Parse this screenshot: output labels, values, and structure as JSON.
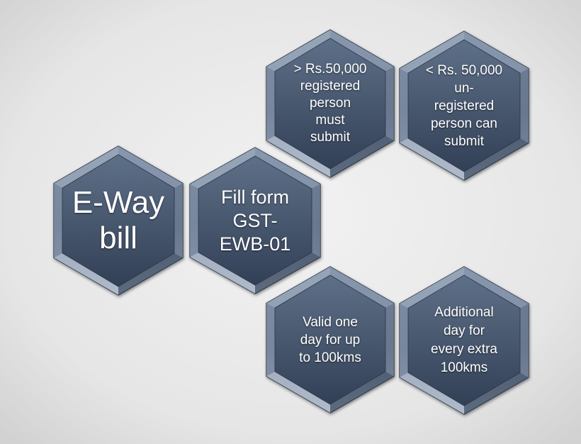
{
  "diagram": {
    "nodes": [
      {
        "id": "eway",
        "text": "E-Way\nbill"
      },
      {
        "id": "form",
        "text": "Fill form\nGST-\nEWB-01"
      },
      {
        "id": "registered",
        "text": "> Rs.50,000\nregistered\nperson\nmust\nsubmit"
      },
      {
        "id": "unregistered",
        "text": "< Rs. 50,000\nun-\nregistered\nperson can\nsubmit"
      },
      {
        "id": "valid",
        "text": "Valid one\nday for up\nto 100kms"
      },
      {
        "id": "additional",
        "text": "Additional\nday for\nevery extra\n100kms"
      }
    ]
  },
  "colors": {
    "background_center": "#f2f2f2",
    "background_edge": "#d6d6d6",
    "hex_fill_top": "#5e7088",
    "hex_fill_bottom": "#324056",
    "hex_bevel_light": "#c9d3e0",
    "hex_bevel_dark": "#1f2a3a",
    "text": "#ffffff"
  }
}
